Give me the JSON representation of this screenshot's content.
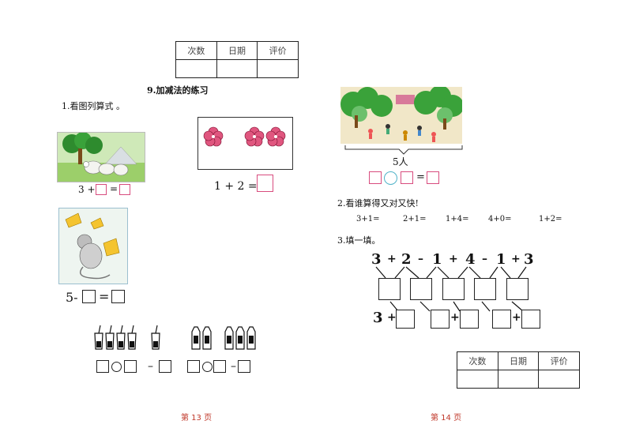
{
  "score_table_left": {
    "headers": [
      "次数",
      "日期",
      "评价"
    ]
  },
  "score_table_right": {
    "headers": [
      "次数",
      "日期",
      "评价"
    ]
  },
  "left": {
    "section_title": "9.加减法的练习",
    "q1_label": "1.看图列算式 。",
    "eq_sheep_a": "3 +",
    "eq_sheep_eq": "=",
    "eq_flower": "1 + 2 =",
    "eq_mouse_a": "5-",
    "eq_mouse_eq": "=",
    "bottom_minus_1": "–",
    "bottom_minus_2": "–"
  },
  "right": {
    "people_label": "5人",
    "eq_people_eq": "=",
    "q2_label": "2.看谁算得又对又快!",
    "q2_exprs": [
      "3+1=",
      "2+1=",
      "1+4=",
      "4+0=",
      "1+2="
    ],
    "q3_label": "3.填一填。",
    "chain": [
      "3",
      "+",
      "2",
      "–",
      "1",
      "+",
      "4",
      "–",
      "1",
      "+",
      "3"
    ],
    "row2_start": "3",
    "row2_ops": [
      "+",
      "+",
      "+"
    ]
  },
  "footer": {
    "left_page": "第 13 页",
    "right_page": "第 14 页"
  }
}
